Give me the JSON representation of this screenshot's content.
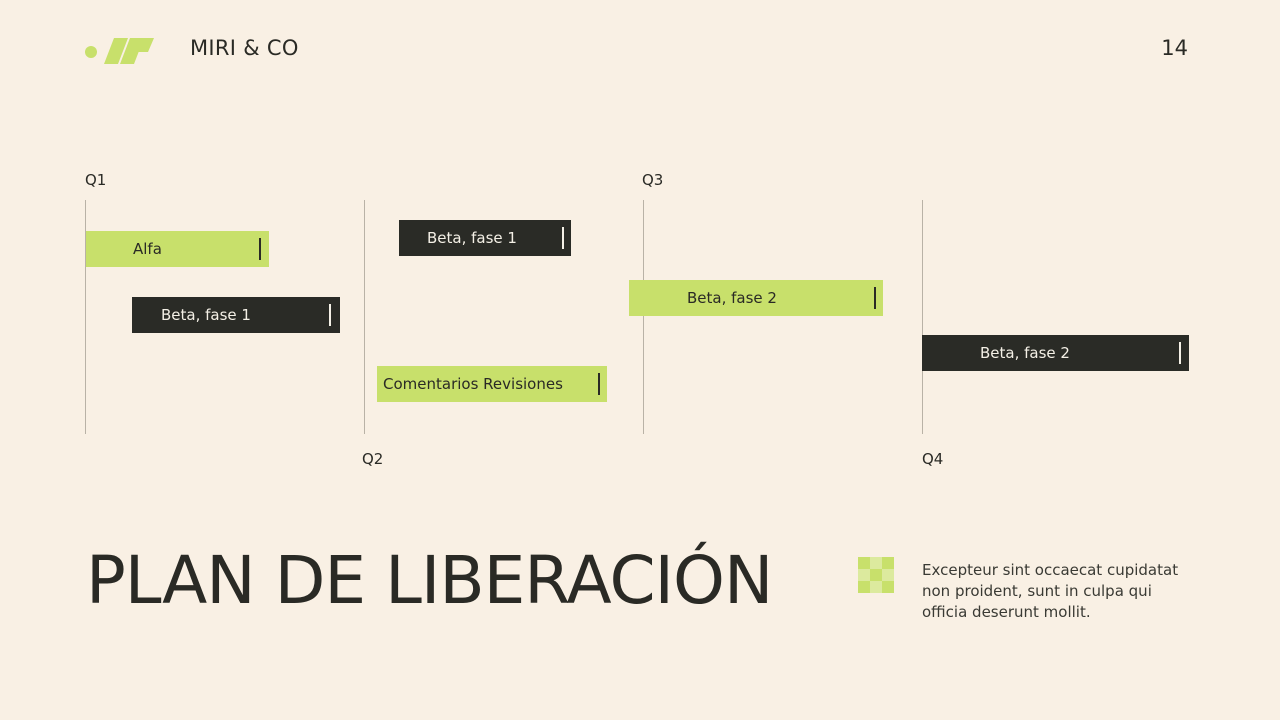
{
  "header": {
    "brand": "MIRI & CO",
    "page_number": "14"
  },
  "timeline": {
    "quarters": [
      "Q1",
      "Q2",
      "Q3",
      "Q4"
    ],
    "items": [
      {
        "label": "Alfa",
        "color": "green"
      },
      {
        "label": "Beta, fase 1",
        "color": "dark"
      },
      {
        "label": "Beta, fase 1",
        "color": "dark"
      },
      {
        "label": "Comentarios Revisiones",
        "color": "green"
      },
      {
        "label": "Beta, fase 2",
        "color": "green"
      },
      {
        "label": "Beta, fase 2",
        "color": "dark"
      }
    ]
  },
  "footer": {
    "title": "PLAN DE LIBERACIÓN",
    "description": "Excepteur sint occaecat cupidatat non proident, sunt in culpa qui officia deserunt mollit."
  },
  "colors": {
    "background": "#f9f0e4",
    "accent": "#c8e06b",
    "dark": "#2a2b26"
  },
  "icons": [
    "brand-logo-icon",
    "checker-pattern-icon"
  ]
}
